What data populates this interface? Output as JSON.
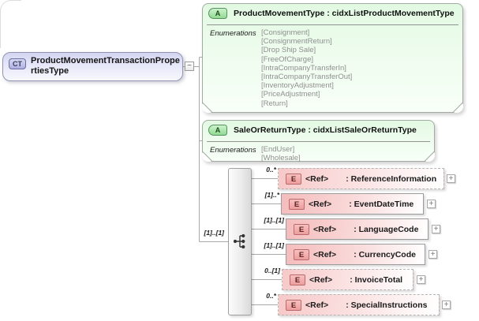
{
  "root": {
    "badge": "CT",
    "name": "ProductMovementTransactionPropertiesType"
  },
  "connector": {
    "collapse_glyph": "−"
  },
  "attribute_groups": [
    {
      "badge": "A",
      "title": "ProductMovementType : cidxListProductMovementType",
      "section_label": "Enumerations",
      "values": [
        "[Consignment]",
        "[ConsignmentReturn]",
        "[Drop Ship Sale]",
        "[FreeOfCharge]",
        "[IntraCompanyTransferIn]",
        "[IntraCompanyTransferOut]",
        "[InventoryAdjustment]",
        "[PriceAdjustment]",
        "[Return]",
        "..."
      ]
    },
    {
      "badge": "A",
      "title": "SaleOrReturnType : cidxListSaleOrReturnType",
      "section_label": "Enumerations",
      "values": [
        "[EndUser]",
        "[Wholesale]"
      ]
    }
  ],
  "sequence_group": {
    "cardinality": "[1]..[1]"
  },
  "elements": [
    {
      "badge": "E",
      "ref_label": "<Ref>",
      "name": ": ReferenceInformation",
      "cardinality": "0..*",
      "expand_glyph": "+"
    },
    {
      "badge": "E",
      "ref_label": "<Ref>",
      "name": ": EventDateTime",
      "cardinality": "[1]..*",
      "expand_glyph": "+"
    },
    {
      "badge": "E",
      "ref_label": "<Ref>",
      "name": ": LanguageCode",
      "cardinality": "[1]..[1]",
      "expand_glyph": "+"
    },
    {
      "badge": "E",
      "ref_label": "<Ref>",
      "name": ": CurrencyCode",
      "cardinality": "[1]..[1]",
      "expand_glyph": "+"
    },
    {
      "badge": "E",
      "ref_label": "<Ref>",
      "name": ": InvoiceTotal",
      "cardinality": "0..[1]",
      "expand_glyph": "+"
    },
    {
      "badge": "E",
      "ref_label": "<Ref>",
      "name": ": SpecialInstructions",
      "cardinality": "0..*",
      "expand_glyph": "+"
    }
  ],
  "colors": {
    "root_fill": "#d3d5f1",
    "attribute_fill": "#e2f9e2",
    "element_fill": "#f5bcbc",
    "line": "#a8a8a8"
  }
}
